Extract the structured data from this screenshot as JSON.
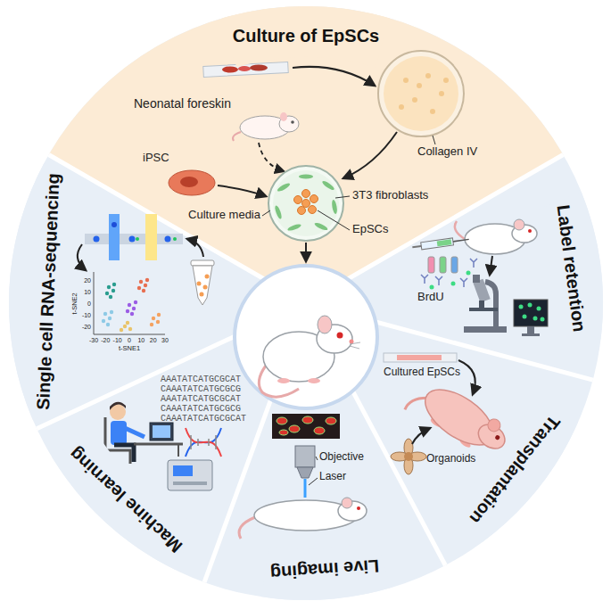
{
  "diagram": {
    "nodes": [
      {
        "text": [
          "Culture of EpSCs"
        ]
      },
      {
        "text": [
          "Label retention"
        ]
      },
      {
        "text": [
          "Transplantation"
        ]
      },
      {
        "text": [
          "Live imaging"
        ]
      },
      {
        "text": [
          "Machine learning"
        ]
      },
      {
        "text": [
          "Single cell RNA-sequencing"
        ]
      }
    ],
    "labels": [
      "Neonatal foreskin",
      "Collagen IV",
      "iPSC",
      "Culture media",
      "3T3 fibroblasts",
      "EpSCs",
      "BrdU",
      "Cultured EpSCs",
      "Organoids",
      "Objective",
      "Laser",
      "AAATATCATGCGCAT",
      "CAAATATCATGCGCG",
      "AAATATCATGCGCAT",
      "CAAATATCATGCGCG",
      "CAAATATCATGCGCAT",
      "-30",
      "-20",
      "-10",
      "0",
      "10",
      "20",
      "30",
      "-20",
      "-10",
      "0",
      "10",
      "20",
      "t-SNE1",
      "t-SNE2"
    ]
  }
}
